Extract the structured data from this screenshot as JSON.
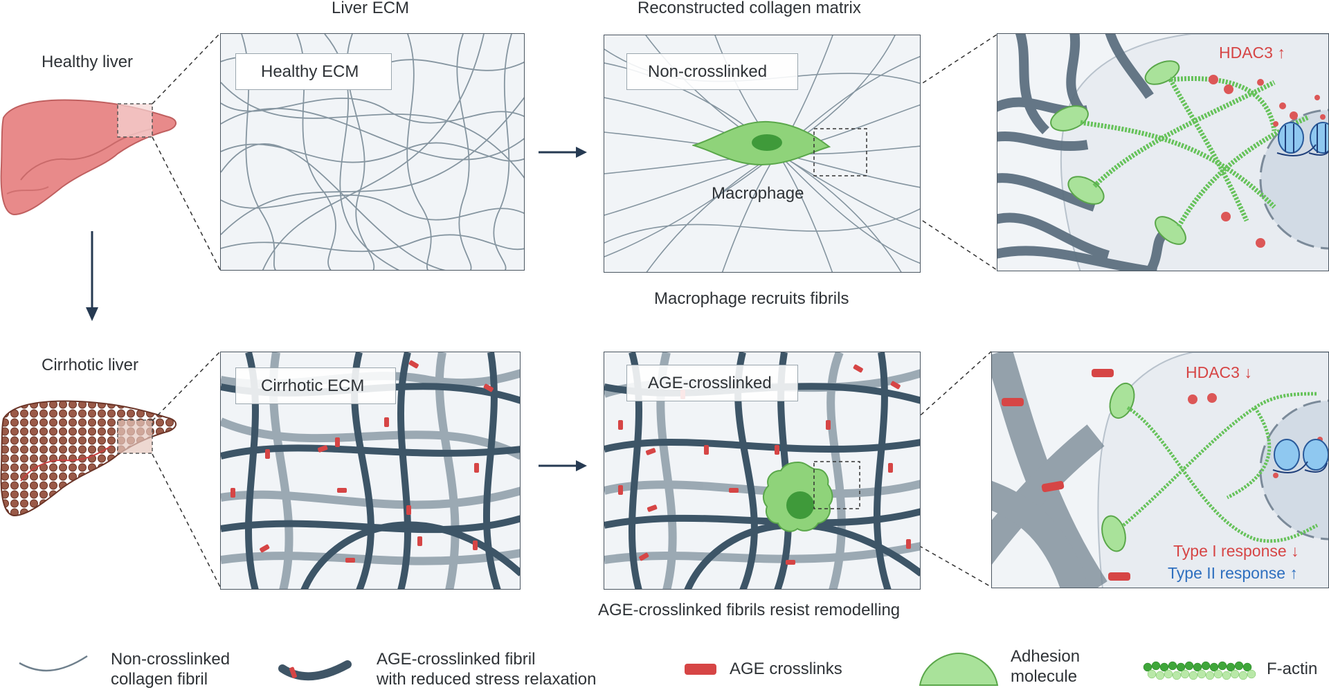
{
  "column_titles": {
    "liver_ecm": "Liver ECM",
    "reconstructed": "Reconstructed collagen matrix"
  },
  "livers": {
    "healthy": "Healthy liver",
    "cirrhotic": "Cirrhotic liver"
  },
  "box_labels": {
    "healthy_ecm": "Healthy ECM",
    "non_crosslinked": "Non-crosslinked",
    "cirrhotic_ecm": "Cirrhotic ECM",
    "age_crosslinked": "AGE-crosslinked"
  },
  "cell_labels": {
    "macrophage": "Macrophage"
  },
  "captions": {
    "top": "Macrophage recruits fibrils",
    "bottom": "AGE-crosslinked fibrils resist remodelling"
  },
  "zoom_top": {
    "hdac3": "HDAC3 ↑"
  },
  "zoom_bottom": {
    "hdac3": "HDAC3 ↓",
    "type1": "Type I response ↓",
    "type2": "Type II response ↑"
  },
  "legend": {
    "non_crosslinked_l1": "Non-crosslinked",
    "non_crosslinked_l2": "collagen fibril",
    "age_fibril_l1": "AGE-crosslinked fibril",
    "age_fibril_l2": "with reduced stress relaxation",
    "age_crosslinks": "AGE crosslinks",
    "adhesion_l1": "Adhesion",
    "adhesion_l2": "molecule",
    "factin": "F-actin"
  },
  "colors": {
    "thin_fibril": "#6e7f8c",
    "thick_fibril": "#3f5566",
    "crosslink": "#d64545",
    "cell_green": "#8fd37a",
    "nucleus_green": "#3f9a3a",
    "healthy_liver": "#e88a8a",
    "cirrhotic_liver": "#8a4a3a"
  }
}
